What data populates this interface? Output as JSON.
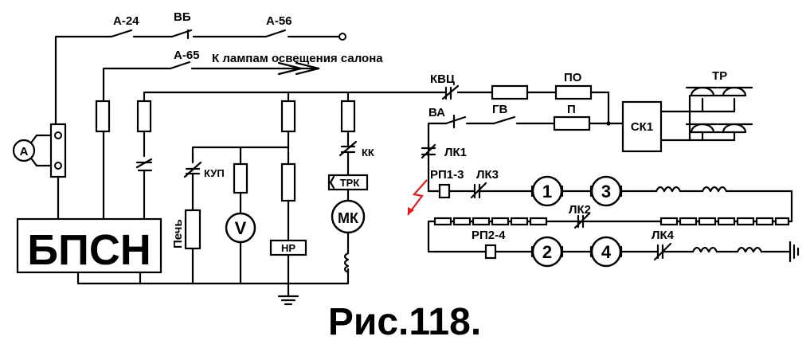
{
  "labels": {
    "a24": "А-24",
    "vb": "ВБ",
    "a56": "А-56",
    "a65": "А-65",
    "salon_lamps": "К лампам освещения салона",
    "kvc": "КВЦ",
    "po": "ПО",
    "va": "ВА",
    "gv": "ГВ",
    "p": "П",
    "sk1": "СК1",
    "tr": "ТР",
    "lk1": "ЛК1",
    "rp13": "РП1-3",
    "lk3": "ЛК3",
    "lk2": "ЛК2",
    "rp24": "РП2-4",
    "lk4": "ЛК4",
    "kk": "КК",
    "trk": "ТРК",
    "mk": "МК",
    "kup": "КУП",
    "pech": "Печь",
    "voltmeter": "V",
    "ammeter": "А",
    "nr": "НР",
    "bpsn": "БПСН",
    "motor1": "1",
    "motor2": "2",
    "motor3": "3",
    "motor4": "4"
  },
  "caption": "Рис.118.",
  "colors": {
    "line": "#000000",
    "fault_arrow": "#e02020",
    "background": "#ffffff"
  }
}
